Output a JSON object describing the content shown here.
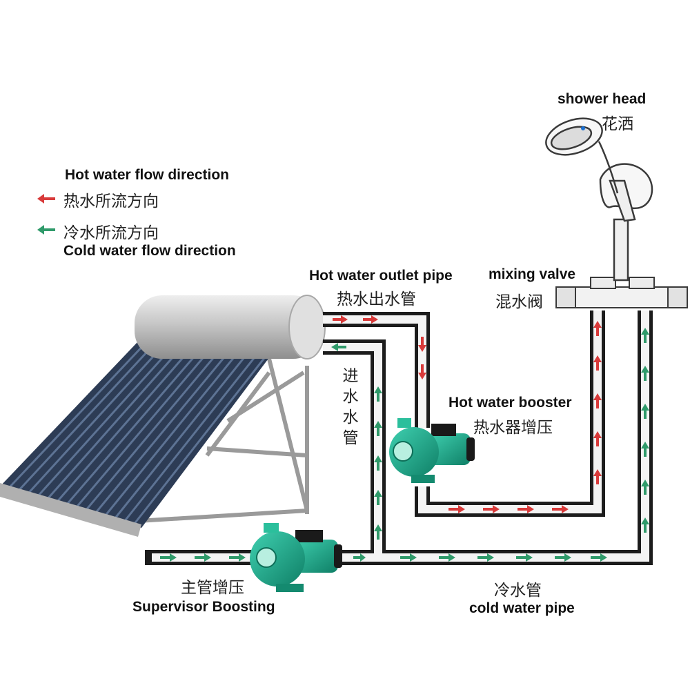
{
  "legend": {
    "hot_en": "Hot water flow direction",
    "hot_zh": "热水所流方向",
    "cold_zh": "冷水所流方向",
    "cold_en": "Cold water flow direction"
  },
  "labels": {
    "shower_en": "shower head",
    "shower_zh": "花洒",
    "hot_outlet_en": "Hot water outlet pipe",
    "hot_outlet_zh": "热水出水管",
    "mixing_en": "mixing valve",
    "mixing_zh": "混水阀",
    "inlet_zh": "进水水管",
    "booster_en": "Hot water booster",
    "booster_zh": "热水器增压",
    "main_zh": "主管增压",
    "main_en": "Supervisor Boosting",
    "cold_pipe_zh": "冷水管",
    "cold_pipe_en": "cold water pipe"
  },
  "colors": {
    "hot_arrow": "#d83a3a",
    "cold_arrow": "#2f9a6a",
    "pipe_outer": "#1c1c1c",
    "pipe_inner": "#f4f4f4",
    "pump_green": "#1faa8a",
    "tank_steel": "#c9c9c9",
    "panel_tube": "#2a3a52"
  },
  "icons": [
    "red-left-arrow-icon",
    "green-left-arrow-icon",
    "shower-head-icon",
    "pump-icon",
    "solar-heater-icon"
  ]
}
